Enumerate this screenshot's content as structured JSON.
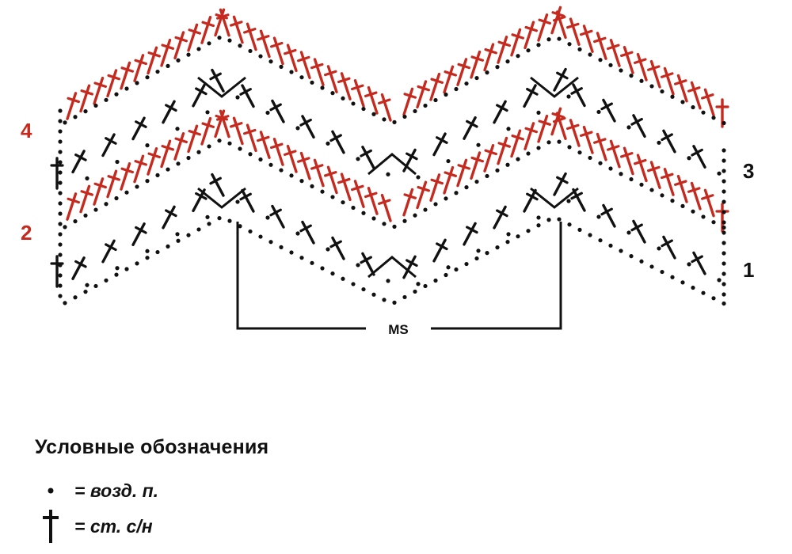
{
  "diagram": {
    "row_labels": [
      {
        "text": "4",
        "color": "#c62a1f"
      },
      {
        "text": "3",
        "color": "#111111"
      },
      {
        "text": "2",
        "color": "#c62a1f"
      },
      {
        "text": "1",
        "color": "#111111"
      }
    ],
    "repeat_label": "MS",
    "colors": {
      "red_rows": "#c62a1f",
      "black_rows": "#111111"
    }
  },
  "legend": {
    "title": "Условные обозначения",
    "items": [
      {
        "icon": "chain-stitch-dot-icon",
        "text": "= возд. п."
      },
      {
        "icon": "double-crochet-stitch-icon",
        "text": "= ст. с/н"
      }
    ]
  }
}
